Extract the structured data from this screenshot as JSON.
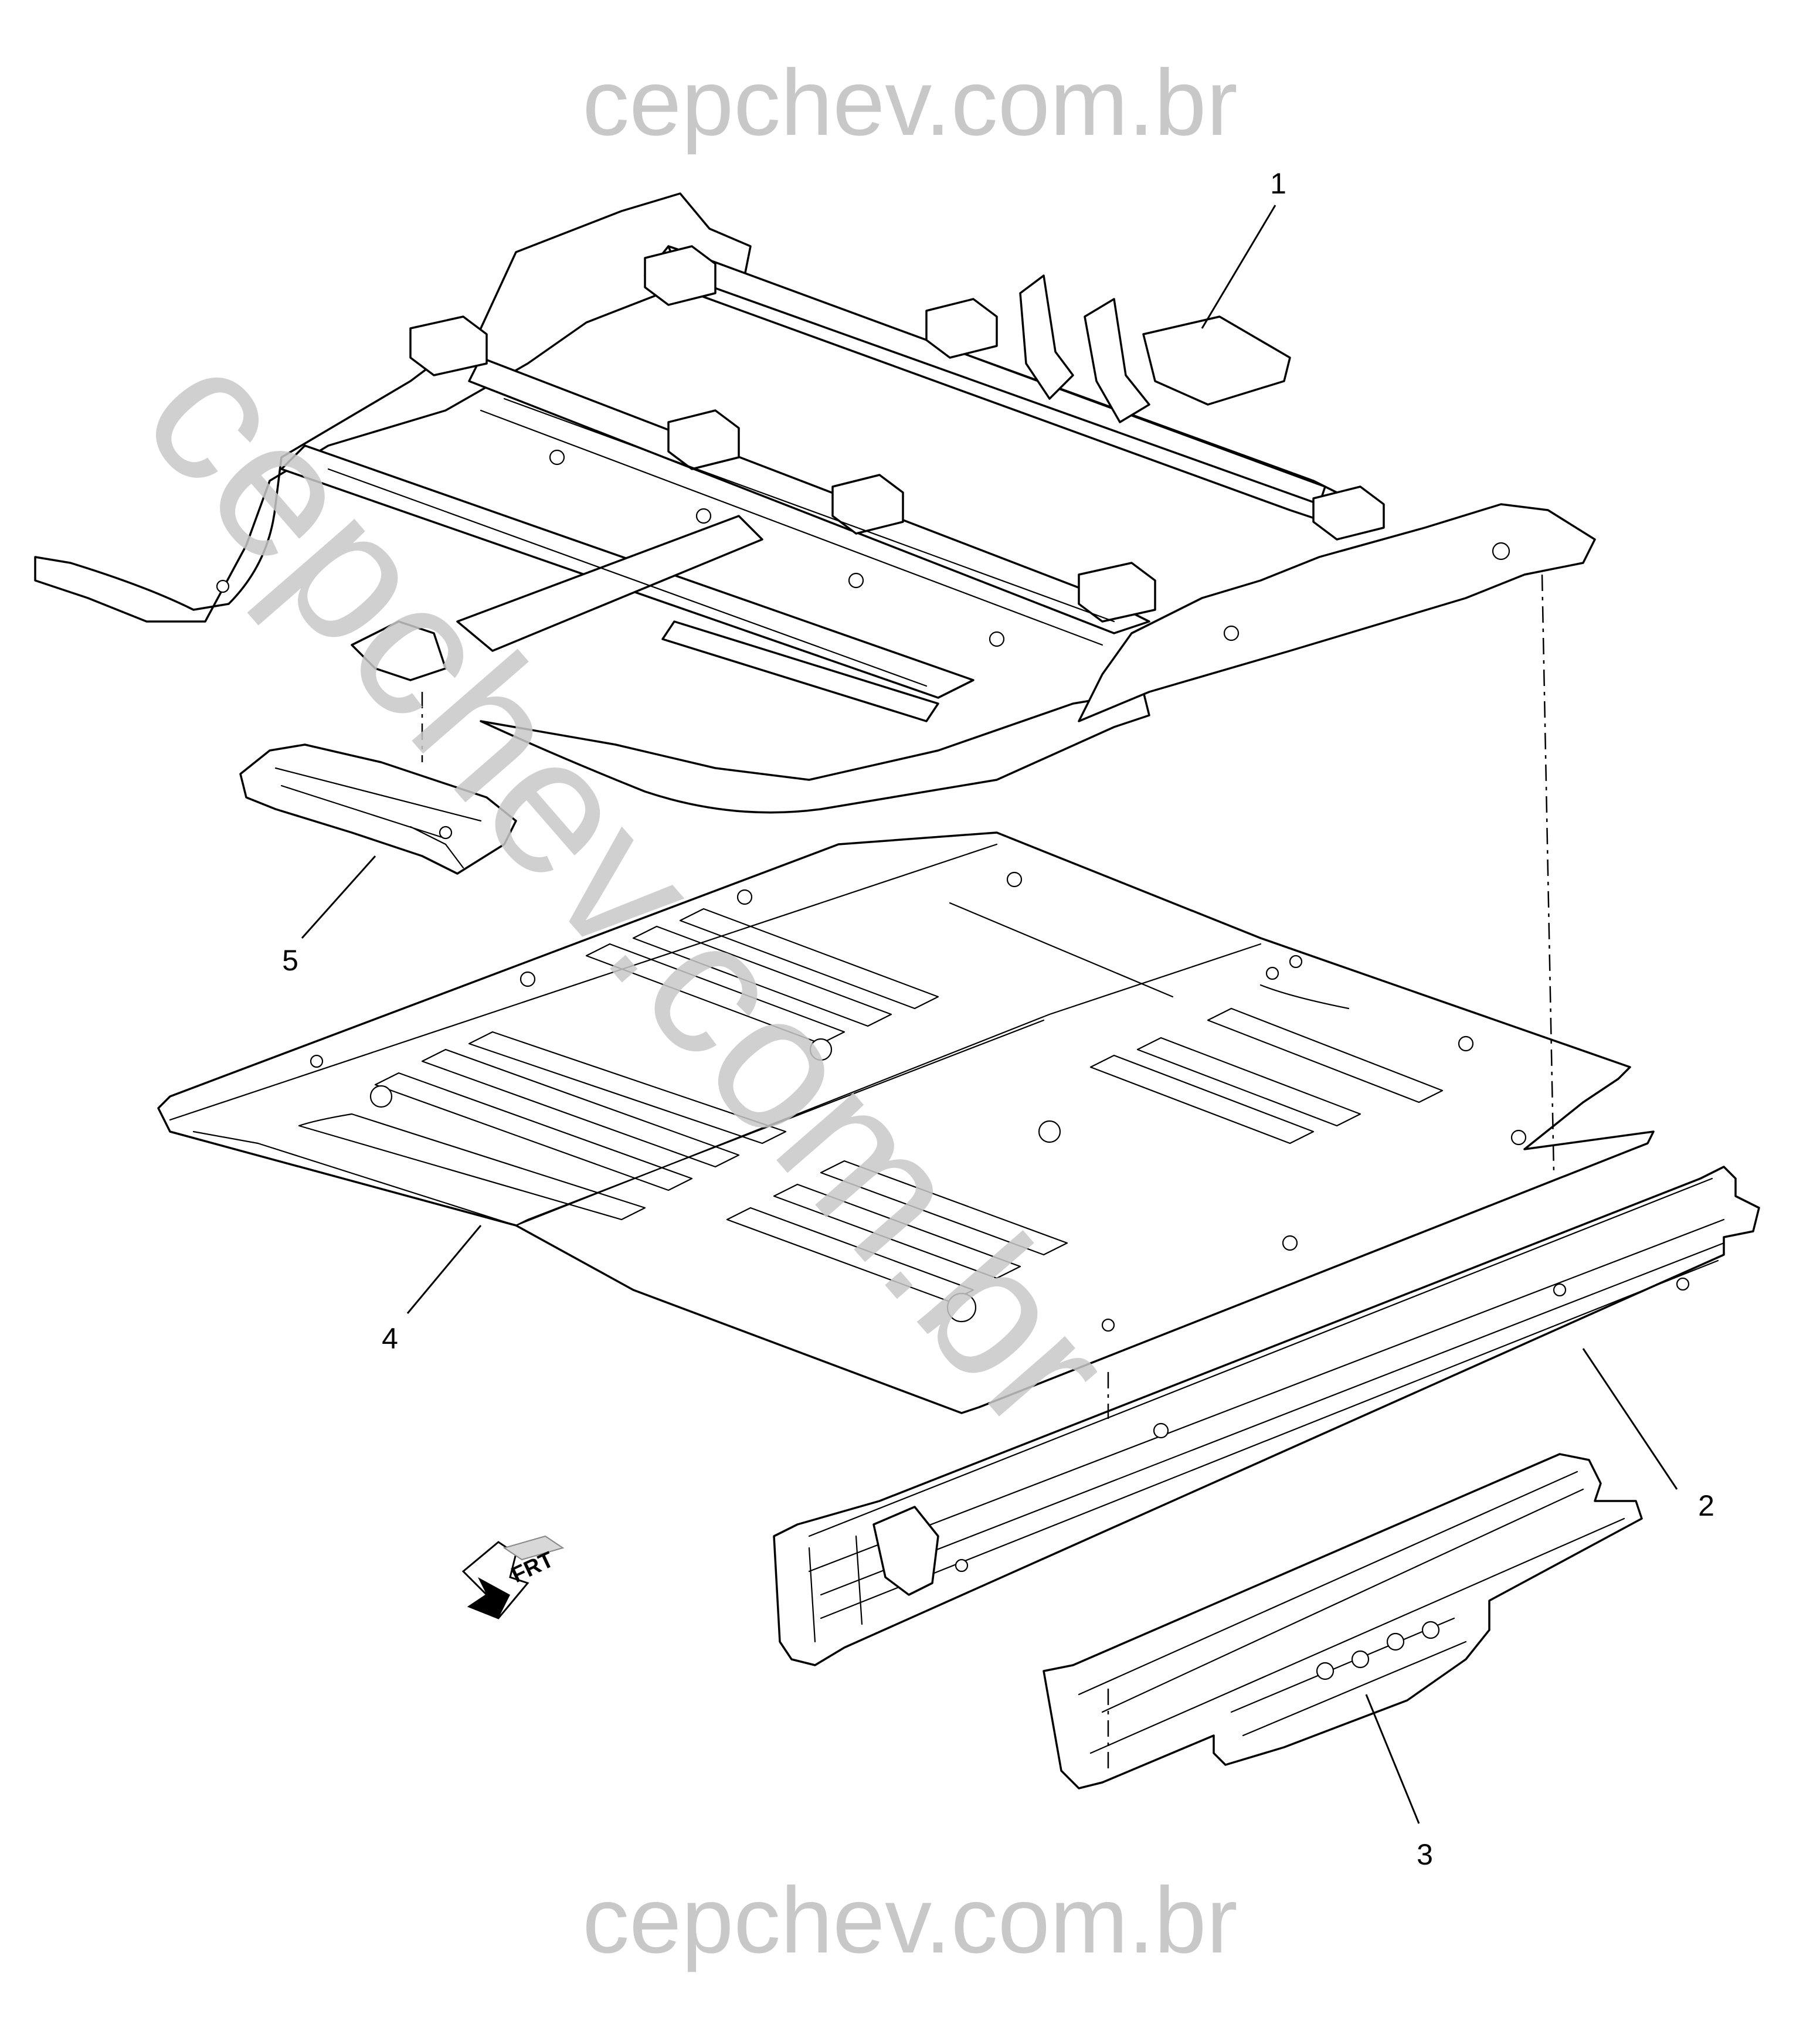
{
  "watermark": {
    "header": "cepchev.com.br",
    "footer": "cepchev.com.br",
    "diagonal": "cepchev.com.br"
  },
  "callouts": {
    "part_1": "1",
    "part_2": "2",
    "part_3": "3",
    "part_4": "4",
    "part_5": "5"
  },
  "direction_indicator": {
    "label": "FRT",
    "icon": "front-arrow-icon"
  },
  "colors": {
    "watermark": "#c8c8c8",
    "line_art": "#000000",
    "background": "#ffffff"
  }
}
